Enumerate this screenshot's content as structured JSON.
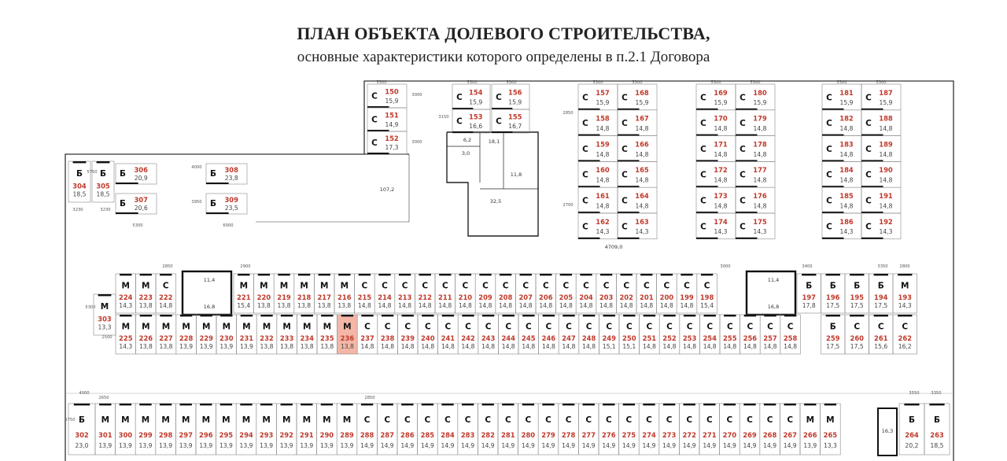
{
  "title": "ПЛАН ОБЪЕКТА ДОЛЕВОГО СТРОИТЕЛЬСТВА,",
  "subtitle": "основные характеристики которого определены в п.2.1 Договора",
  "highlight_color": "#f4b6a6",
  "number_color": "#c0392b",
  "labels": {
    "total_area": "4709,0",
    "zone_area": "107,2",
    "core": [
      "6,2",
      "3,0",
      "18,1",
      "11,8",
      "32,5"
    ],
    "stair_left": [
      "11,4",
      "16,8"
    ],
    "stair_right": [
      "11,4",
      "16,8"
    ],
    "room_bottom": "16,3"
  },
  "dimensions": {
    "upper_row": [
      "2850",
      "2900",
      "3000",
      "3400",
      "3350",
      "2800"
    ],
    "left_side": [
      "5300",
      "2500"
    ],
    "storage_top": [
      "5300",
      "5300",
      "5300",
      "5300",
      "5300",
      "5300",
      "5300",
      "5300",
      "5300"
    ],
    "storage_side": [
      "3000",
      "3150",
      "3000",
      "2850",
      "2700"
    ],
    "b_block": [
      "3230",
      "3230",
      "5300",
      "6000",
      "4000",
      "3950",
      "5750"
    ],
    "lower_row": [
      "4000",
      "2650",
      "2850",
      "3550",
      "3350",
      "5750"
    ]
  },
  "units_side_b": [
    {
      "num": "304",
      "type": "Б",
      "area": "18,5"
    },
    {
      "num": "305",
      "type": "Б",
      "area": "18,5"
    },
    {
      "num": "306",
      "type": "Б",
      "area": "20,9"
    },
    {
      "num": "307",
      "type": "Б",
      "area": "20,6"
    },
    {
      "num": "308",
      "type": "Б",
      "area": "23,8"
    },
    {
      "num": "309",
      "type": "Б",
      "area": "23,5"
    }
  ],
  "storage_left": [
    {
      "num": "150",
      "type": "С",
      "area": "15,9"
    },
    {
      "num": "151",
      "type": "С",
      "area": "14,9"
    },
    {
      "num": "152",
      "type": "С",
      "area": "17,3"
    },
    {
      "num": "154",
      "type": "С",
      "area": "15,9"
    },
    {
      "num": "156",
      "type": "С",
      "area": "15,9"
    },
    {
      "num": "153",
      "type": "С",
      "area": "16,6"
    },
    {
      "num": "155",
      "type": "С",
      "area": "16,7"
    }
  ],
  "storage_columns": [
    [
      {
        "num": "157",
        "area": "15,9"
      },
      {
        "num": "158",
        "area": "14,8"
      },
      {
        "num": "159",
        "area": "14,8"
      },
      {
        "num": "160",
        "area": "14,8"
      },
      {
        "num": "161",
        "area": "14,8"
      },
      {
        "num": "162",
        "area": "14,3"
      }
    ],
    [
      {
        "num": "168",
        "area": "15,9"
      },
      {
        "num": "167",
        "area": "14,8"
      },
      {
        "num": "166",
        "area": "14,8"
      },
      {
        "num": "165",
        "area": "14,8"
      },
      {
        "num": "164",
        "area": "14,8"
      },
      {
        "num": "163",
        "area": "14,3"
      }
    ],
    [
      {
        "num": "169",
        "area": "15,9"
      },
      {
        "num": "170",
        "area": "14,8"
      },
      {
        "num": "171",
        "area": "14,8"
      },
      {
        "num": "172",
        "area": "14,8"
      },
      {
        "num": "173",
        "area": "14,8"
      },
      {
        "num": "174",
        "area": "14,3"
      }
    ],
    [
      {
        "num": "180",
        "area": "15,9"
      },
      {
        "num": "179",
        "area": "14,8"
      },
      {
        "num": "178",
        "area": "14,8"
      },
      {
        "num": "177",
        "area": "14,8"
      },
      {
        "num": "176",
        "area": "14,8"
      },
      {
        "num": "175",
        "area": "14,3"
      }
    ],
    [
      {
        "num": "181",
        "area": "15,9"
      },
      {
        "num": "182",
        "area": "14,8"
      },
      {
        "num": "183",
        "area": "14,8"
      },
      {
        "num": "184",
        "area": "14,8"
      },
      {
        "num": "185",
        "area": "14,8"
      },
      {
        "num": "186",
        "area": "14,3"
      }
    ],
    [
      {
        "num": "187",
        "area": "15,9"
      },
      {
        "num": "188",
        "area": "14,8"
      },
      {
        "num": "189",
        "area": "14,8"
      },
      {
        "num": "190",
        "area": "14,8"
      },
      {
        "num": "191",
        "area": "14,8"
      },
      {
        "num": "192",
        "area": "14,3"
      }
    ]
  ],
  "storage_type": "С",
  "unit_303": {
    "num": "303",
    "type": "М",
    "area": "13,3"
  },
  "row_upper_left": [
    {
      "num": "224",
      "type": "М",
      "area": "14,3"
    },
    {
      "num": "223",
      "type": "М",
      "area": "13,8"
    },
    {
      "num": "222",
      "type": "С",
      "area": "14,8"
    }
  ],
  "row_upper_mid": [
    {
      "num": "221",
      "type": "М",
      "area": "15,4"
    },
    {
      "num": "220",
      "type": "М",
      "area": "13,8"
    },
    {
      "num": "219",
      "type": "М",
      "area": "13,8"
    },
    {
      "num": "218",
      "type": "М",
      "area": "13,8"
    },
    {
      "num": "217",
      "type": "М",
      "area": "13,8"
    },
    {
      "num": "216",
      "type": "М",
      "area": "13,8"
    },
    {
      "num": "215",
      "type": "С",
      "area": "14,8"
    },
    {
      "num": "214",
      "type": "С",
      "area": "14,8"
    },
    {
      "num": "213",
      "type": "С",
      "area": "14,8"
    },
    {
      "num": "212",
      "type": "С",
      "area": "14,8"
    },
    {
      "num": "211",
      "type": "С",
      "area": "14,8"
    },
    {
      "num": "210",
      "type": "С",
      "area": "14,8"
    },
    {
      "num": "209",
      "type": "С",
      "area": "14,8"
    },
    {
      "num": "208",
      "type": "С",
      "area": "14,8"
    },
    {
      "num": "207",
      "type": "С",
      "area": "14,8"
    },
    {
      "num": "206",
      "type": "С",
      "area": "14,8"
    },
    {
      "num": "205",
      "type": "С",
      "area": "14,8"
    },
    {
      "num": "204",
      "type": "С",
      "area": "14,8"
    },
    {
      "num": "203",
      "type": "С",
      "area": "14,8"
    },
    {
      "num": "202",
      "type": "С",
      "area": "14,8"
    },
    {
      "num": "201",
      "type": "С",
      "area": "14,8"
    },
    {
      "num": "200",
      "type": "С",
      "area": "14,8"
    },
    {
      "num": "199",
      "type": "С",
      "area": "14,8"
    },
    {
      "num": "198",
      "type": "С",
      "area": "15,4"
    }
  ],
  "row_upper_right": [
    {
      "num": "197",
      "type": "Б",
      "area": "17,8"
    },
    {
      "num": "196",
      "type": "Б",
      "area": "17,5"
    },
    {
      "num": "195",
      "type": "Б",
      "area": "17,5"
    },
    {
      "num": "194",
      "type": "Б",
      "area": "17,5"
    },
    {
      "num": "193",
      "type": "М",
      "area": "14,3"
    }
  ],
  "row_middle": [
    {
      "num": "225",
      "type": "М",
      "area": "14,3"
    },
    {
      "num": "226",
      "type": "М",
      "area": "13,8"
    },
    {
      "num": "227",
      "type": "М",
      "area": "13,8"
    },
    {
      "num": "228",
      "type": "М",
      "area": "13,9"
    },
    {
      "num": "229",
      "type": "М",
      "area": "13,9"
    },
    {
      "num": "230",
      "type": "М",
      "area": "13,9"
    },
    {
      "num": "231",
      "type": "М",
      "area": "13,9"
    },
    {
      "num": "232",
      "type": "М",
      "area": "13,8"
    },
    {
      "num": "233",
      "type": "М",
      "area": "13,8"
    },
    {
      "num": "234",
      "type": "М",
      "area": "13,8"
    },
    {
      "num": "235",
      "type": "М",
      "area": "13,8"
    },
    {
      "num": "236",
      "type": "М",
      "area": "13,8",
      "highlight": true
    },
    {
      "num": "237",
      "type": "С",
      "area": "14,8"
    },
    {
      "num": "238",
      "type": "С",
      "area": "14,8"
    },
    {
      "num": "239",
      "type": "С",
      "area": "14,8"
    },
    {
      "num": "240",
      "type": "С",
      "area": "14,8"
    },
    {
      "num": "241",
      "type": "С",
      "area": "14,8"
    },
    {
      "num": "242",
      "type": "С",
      "area": "14,8"
    },
    {
      "num": "243",
      "type": "С",
      "area": "14,8"
    },
    {
      "num": "244",
      "type": "С",
      "area": "14,8"
    },
    {
      "num": "245",
      "type": "С",
      "area": "14,8"
    },
    {
      "num": "246",
      "type": "С",
      "area": "14,8"
    },
    {
      "num": "247",
      "type": "С",
      "area": "14,8"
    },
    {
      "num": "248",
      "type": "С",
      "area": "14,8"
    },
    {
      "num": "249",
      "type": "С",
      "area": "15,1"
    },
    {
      "num": "250",
      "type": "С",
      "area": "15,1"
    },
    {
      "num": "251",
      "type": "С",
      "area": "14,8"
    },
    {
      "num": "252",
      "type": "С",
      "area": "14,8"
    },
    {
      "num": "253",
      "type": "С",
      "area": "14,8"
    },
    {
      "num": "254",
      "type": "С",
      "area": "14,8"
    },
    {
      "num": "255",
      "type": "С",
      "area": "14,8"
    },
    {
      "num": "256",
      "type": "С",
      "area": "14,8"
    },
    {
      "num": "257",
      "type": "С",
      "area": "14,8"
    },
    {
      "num": "258",
      "type": "С",
      "area": "14,8"
    },
    {
      "num": "259",
      "type": "Б",
      "area": "17,5"
    },
    {
      "num": "260",
      "type": "С",
      "area": "17,5"
    },
    {
      "num": "261",
      "type": "С",
      "area": "15,6"
    },
    {
      "num": "262",
      "type": "С",
      "area": "16,2"
    }
  ],
  "row_bottom": [
    {
      "num": "302",
      "type": "Б",
      "area": "23,0"
    },
    {
      "num": "301",
      "type": "М",
      "area": "13,9"
    },
    {
      "num": "300",
      "type": "М",
      "area": "13,9"
    },
    {
      "num": "299",
      "type": "М",
      "area": "13,9"
    },
    {
      "num": "298",
      "type": "М",
      "area": "13,9"
    },
    {
      "num": "297",
      "type": "М",
      "area": "13,9"
    },
    {
      "num": "296",
      "type": "М",
      "area": "13,9"
    },
    {
      "num": "295",
      "type": "М",
      "area": "13,9"
    },
    {
      "num": "294",
      "type": "М",
      "area": "13,9"
    },
    {
      "num": "293",
      "type": "М",
      "area": "13,9"
    },
    {
      "num": "292",
      "type": "М",
      "area": "13,9"
    },
    {
      "num": "291",
      "type": "М",
      "area": "13,9"
    },
    {
      "num": "290",
      "type": "М",
      "area": "13,9"
    },
    {
      "num": "289",
      "type": "М",
      "area": "13,9"
    },
    {
      "num": "288",
      "type": "С",
      "area": "14,9"
    },
    {
      "num": "287",
      "type": "С",
      "area": "14,9"
    },
    {
      "num": "286",
      "type": "С",
      "area": "14,9"
    },
    {
      "num": "285",
      "type": "С",
      "area": "14,9"
    },
    {
      "num": "284",
      "type": "С",
      "area": "14,9"
    },
    {
      "num": "283",
      "type": "С",
      "area": "14,9"
    },
    {
      "num": "282",
      "type": "С",
      "area": "14,9"
    },
    {
      "num": "281",
      "type": "С",
      "area": "14,9"
    },
    {
      "num": "280",
      "type": "С",
      "area": "14,9"
    },
    {
      "num": "279",
      "type": "С",
      "area": "14,9"
    },
    {
      "num": "278",
      "type": "С",
      "area": "14,9"
    },
    {
      "num": "277",
      "type": "С",
      "area": "14,9"
    },
    {
      "num": "276",
      "type": "С",
      "area": "14,9"
    },
    {
      "num": "275",
      "type": "С",
      "area": "14,9"
    },
    {
      "num": "274",
      "type": "С",
      "area": "14,9"
    },
    {
      "num": "273",
      "type": "С",
      "area": "14,9"
    },
    {
      "num": "272",
      "type": "С",
      "area": "14,9"
    },
    {
      "num": "271",
      "type": "С",
      "area": "14,9"
    },
    {
      "num": "270",
      "type": "С",
      "area": "14,9"
    },
    {
      "num": "269",
      "type": "С",
      "area": "14,9"
    },
    {
      "num": "268",
      "type": "С",
      "area": "14,9"
    },
    {
      "num": "267",
      "type": "С",
      "area": "14,9"
    },
    {
      "num": "266",
      "type": "М",
      "area": "13,9"
    },
    {
      "num": "265",
      "type": "М",
      "area": "13,3"
    }
  ],
  "row_bottom_right": [
    {
      "num": "264",
      "type": "Б",
      "area": "20,2"
    },
    {
      "num": "263",
      "type": "Б",
      "area": "18,5"
    }
  ]
}
